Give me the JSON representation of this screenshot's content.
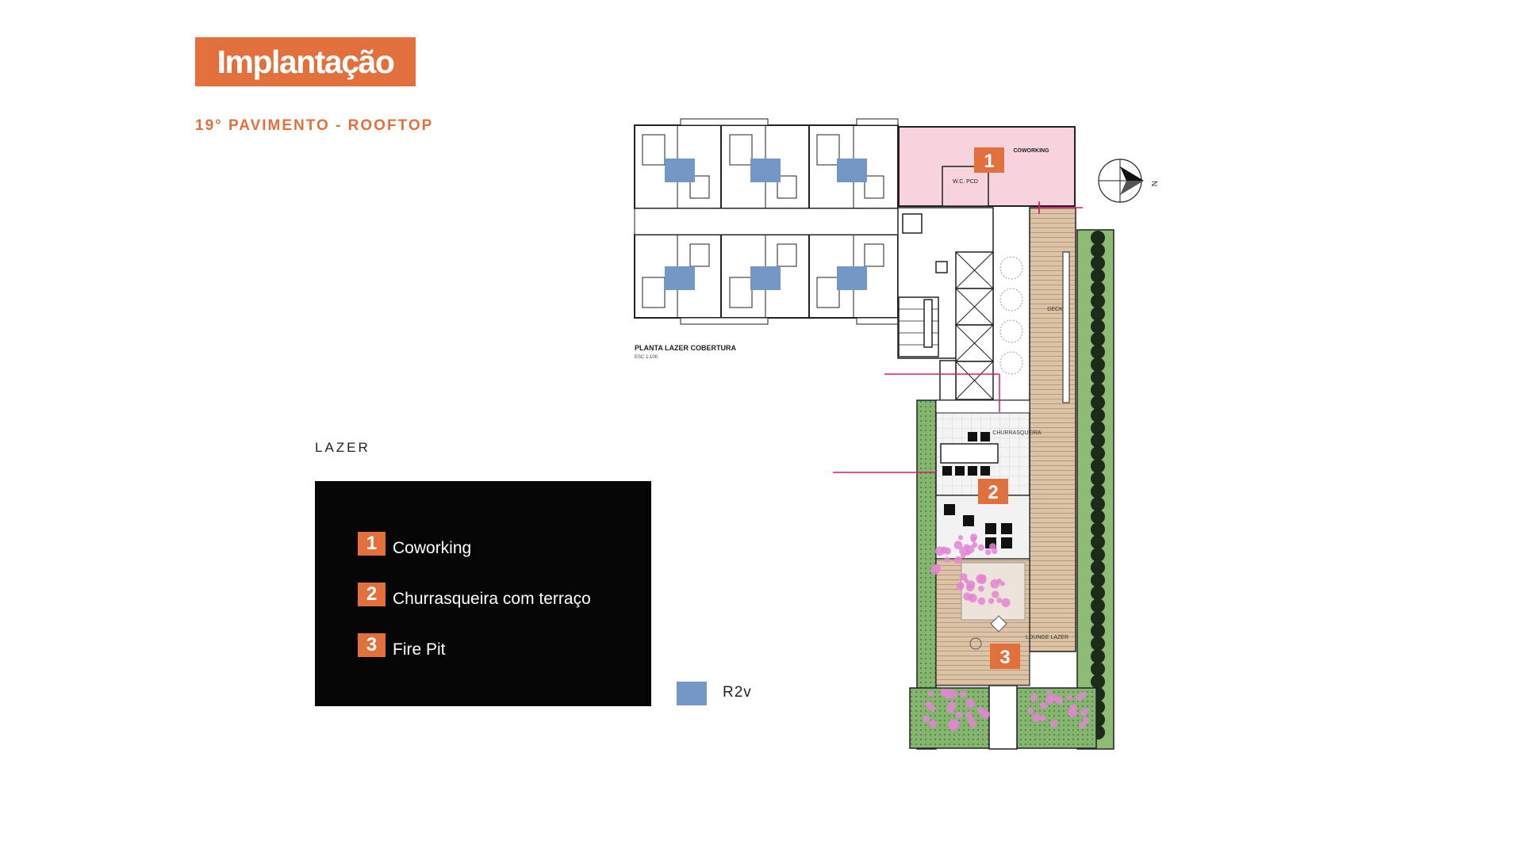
{
  "header": {
    "title": "Implantação",
    "subtitle": "19° PAVIMENTO - ROOFTOP"
  },
  "legend": {
    "section_title": "LAZER",
    "items": [
      {
        "number": "1",
        "label": "Coworking"
      },
      {
        "number": "2",
        "label": "Churrasqueira com terraço"
      },
      {
        "number": "3",
        "label": "Fire Pit"
      }
    ]
  },
  "unit_legend": {
    "label": "R2v",
    "color": "#7497c6"
  },
  "plan": {
    "caption": "PLANTA LAZER COBERTURA",
    "caption_scale": "ESC 1:100",
    "coworking_label": "COWORKING",
    "wc_label": "W.C. PCD",
    "churrasqueira_label": "CHURRASQUEIRA",
    "lounge_label": "LOUNGE LAZER",
    "deck_label": "DECK",
    "compass_label": "N",
    "markers": [
      "1",
      "2",
      "3"
    ]
  },
  "colors": {
    "accent": "#e2703d",
    "unit_blue": "#7497c6",
    "coworking_pink": "#f6d3dd",
    "deck_wood": "#dcc2a6",
    "garden_green": "#7fae6a",
    "flowers": "#e485d4",
    "section_marker": "#e0156f"
  }
}
